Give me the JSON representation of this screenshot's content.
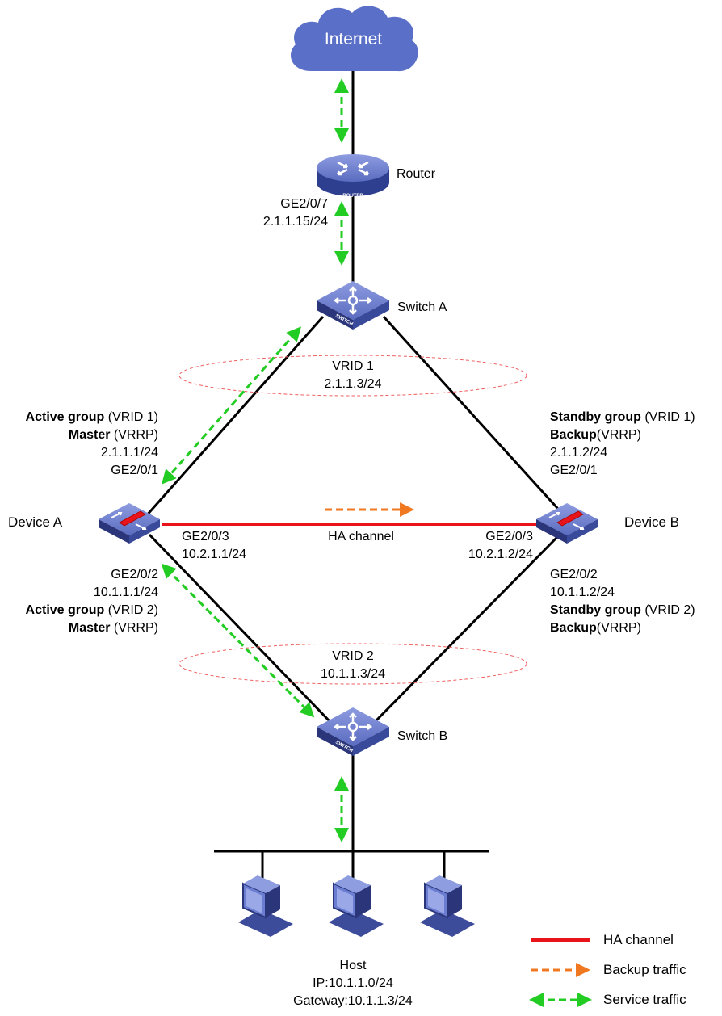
{
  "internet": "Internet",
  "router": {
    "name": "Router",
    "port": "GE2/0/7",
    "ip": "2.1.1.15/24"
  },
  "switch_a": "Switch A",
  "switch_b": "Switch B",
  "vrid1": {
    "title": "VRID 1",
    "ip": "2.1.1.3/24"
  },
  "vrid2": {
    "title": "VRID 2",
    "ip": "10.1.1.3/24"
  },
  "device_a": {
    "name": "Device A",
    "upper": {
      "group_bold": "Active group",
      "group_rest": " (VRID 1)",
      "role_bold": "Master",
      "role_rest": " (VRRP)",
      "ip": "2.1.1.1/24",
      "port": "GE2/0/1"
    },
    "ha": {
      "port": "GE2/0/3",
      "ip": "10.2.1.1/24"
    },
    "lower": {
      "port": "GE2/0/2",
      "ip": "10.1.1.1/24",
      "group_bold": "Active group",
      "group_rest": " (VRID 2)",
      "role_bold": "Master",
      "role_rest": " (VRRP)"
    }
  },
  "device_b": {
    "name": "Device B",
    "upper": {
      "group_bold": "Standby group",
      "group_rest": " (VRID 1)",
      "role_bold": "Backup",
      "role_rest": "(VRRP)",
      "ip": "2.1.1.2/24",
      "port": "GE2/0/1"
    },
    "ha": {
      "port": "GE2/0/3",
      "ip": "10.2.1.2/24"
    },
    "lower": {
      "port": "GE2/0/2",
      "ip": "10.1.1.2/24",
      "group_bold": "Standby group",
      "group_rest": " (VRID 2)",
      "role_bold": "Backup",
      "role_rest": "(VRRP)"
    }
  },
  "ha_channel_label": "HA channel",
  "host": {
    "name": "Host",
    "ip": "IP:10.1.1.0/24",
    "gateway": "Gateway:10.1.1.3/24"
  },
  "legend": {
    "ha_channel": "HA channel",
    "backup_traffic": "Backup traffic",
    "service_traffic": "Service traffic"
  },
  "colors": {
    "ha_line": "#e8141a",
    "backup_arrow": "#f07820",
    "service_arrow": "#22cc22",
    "device_blue": "#5a6fbf",
    "cloud": "#5a6fc7",
    "vrid_ellipse": "#f06060"
  }
}
